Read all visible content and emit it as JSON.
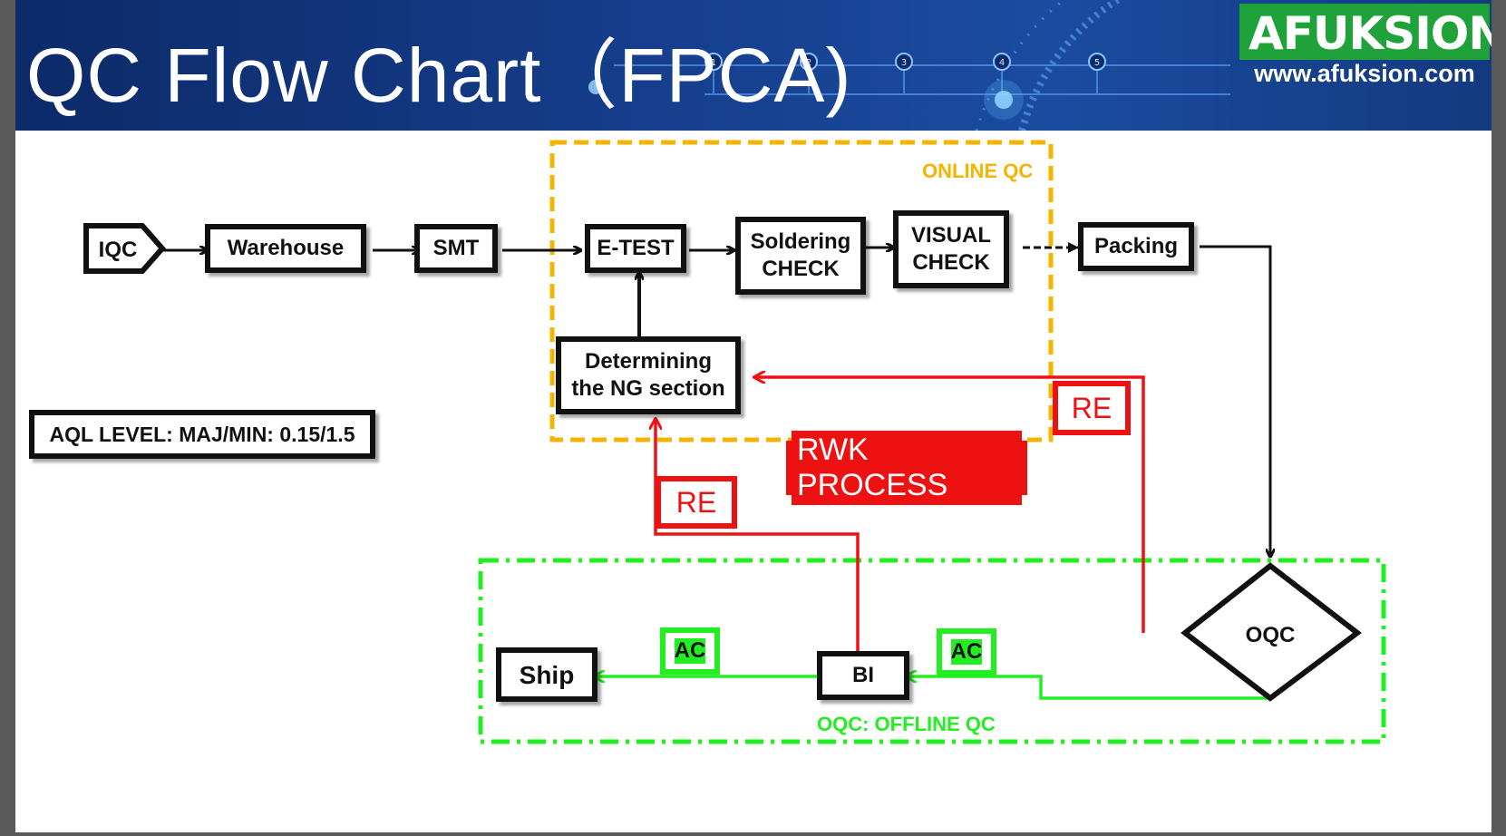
{
  "header": {
    "title": "QC Flow Chart（FPCA)",
    "logo": "AFUKSION",
    "url": "www.afuksion.com",
    "dial_numbers": [
      "1",
      "2",
      "3",
      "4",
      "5"
    ]
  },
  "nodes": {
    "iqc": "IQC",
    "warehouse": "Warehouse",
    "smt": "SMT",
    "etest": "E-TEST",
    "soldering_line1": "Soldering",
    "soldering_line2": "CHECK",
    "visual_line1": "VISUAL",
    "visual_line2": "CHECK",
    "packing": "Packing",
    "ng_line1": "Determining",
    "ng_line2": "the NG section",
    "oqc": "OQC",
    "bi": "BI",
    "ship": "Ship"
  },
  "labels": {
    "aql": "AQL LEVEL:  MAJ/MIN: 0.15/1.5",
    "online_qc": "ONLINE QC",
    "offline_qc": "OQC:  OFFLINE QC",
    "rwk_process": "RWK PROCESS",
    "re_right": "RE",
    "re_left": "RE",
    "ac_right": "AC",
    "ac_left": "AC"
  },
  "colors": {
    "online_qc": "#f5b400",
    "offline_qc": "#22ee22",
    "rework": "#ee1111",
    "flow": "#111111",
    "header_bg": "#163f8e",
    "logo_bg": "#1fa23a"
  }
}
